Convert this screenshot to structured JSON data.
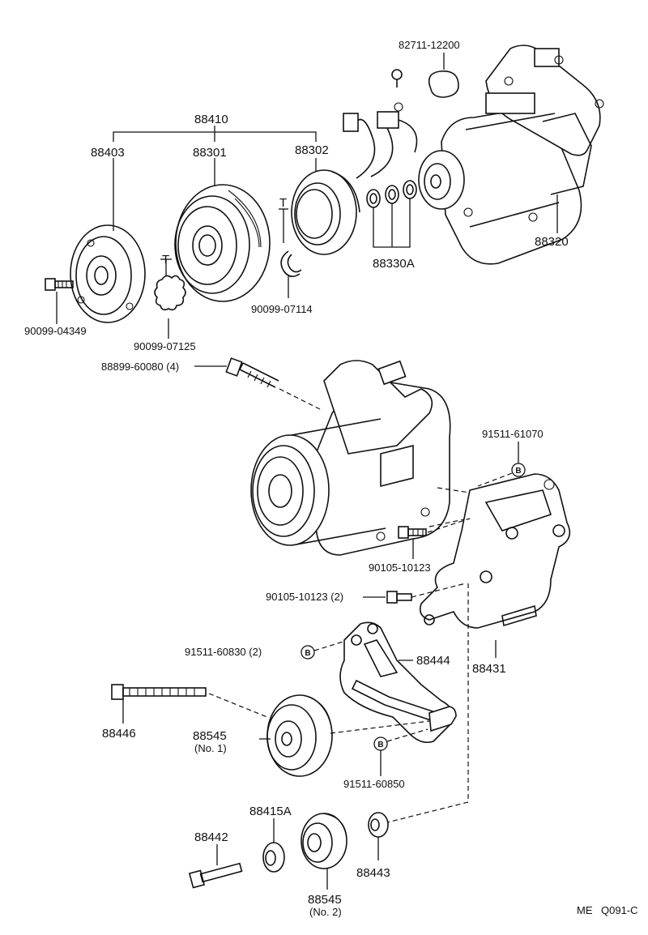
{
  "footer": {
    "page_code_left": "ME",
    "page_code_right": "Q091-C"
  },
  "parts": {
    "p82711": "82711-12200",
    "p88410": "88410",
    "p88403": "88403",
    "p88301": "88301",
    "p88302": "88302",
    "p88320": "88320",
    "p88330A": "88330A",
    "p90099_04349": "90099-04349",
    "p90099_07125": "90099-07125",
    "p90099_07114": "90099-07114",
    "p88899": "88899-60080 (4)",
    "p91511_61070": "91511-61070",
    "p90105_a": "90105-10123",
    "p90105_b": "90105-10123 (2)",
    "p91511_60830": "91511-60830 (2)",
    "p88444": "88444",
    "p88431": "88431",
    "p88446": "88446",
    "p88545_1": "88545",
    "p88545_1_note": "(No. 1)",
    "p91511_60850": "91511-60850",
    "p88415A": "88415A",
    "p88442": "88442",
    "p88443": "88443",
    "p88545_2": "88545",
    "p88545_2_note": "(No. 2)"
  },
  "badge_letter": "B",
  "t_marker": "T"
}
